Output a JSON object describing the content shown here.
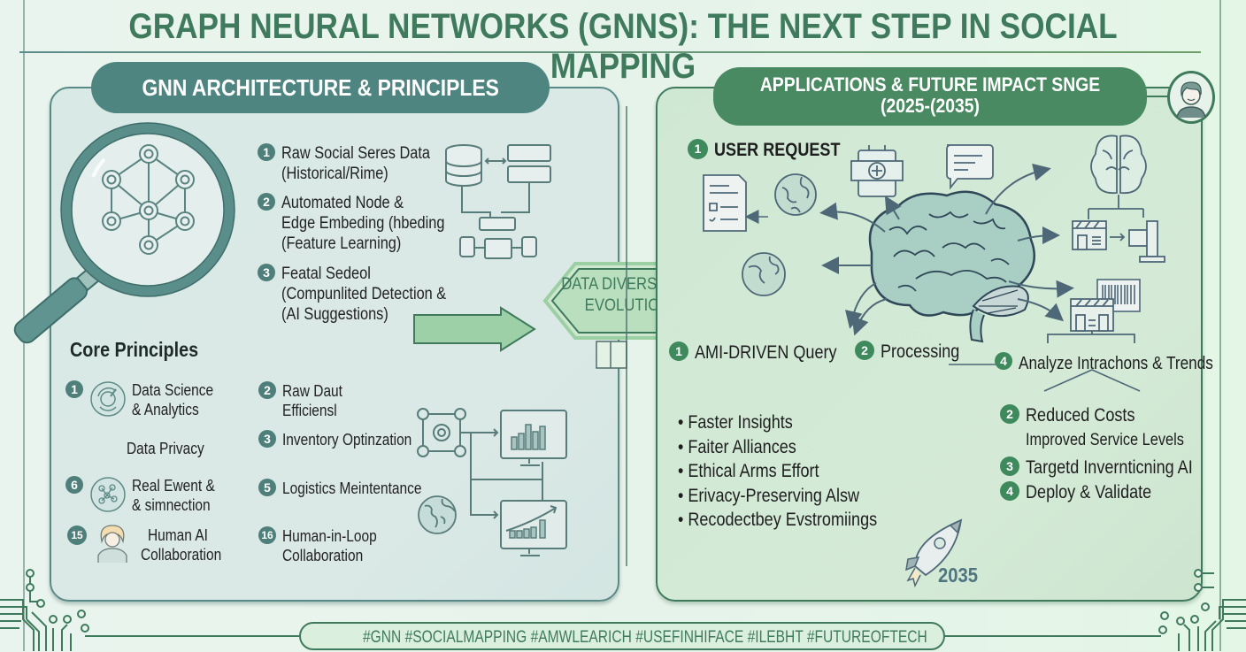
{
  "title": "GRAPH NEURAL NETWORKS (GNNS): THE NEXT STEP IN SOCIAL MAPPING",
  "left_panel": {
    "header": "GNN ARCHITECTURE & PRINCIPLES",
    "steps": [
      {
        "num": "1",
        "line1": "Raw Social Seres Data",
        "line2": "(Historical/Rime)"
      },
      {
        "num": "2",
        "line1": "Automated Node &",
        "line2": "Edge Embeding (hbeding",
        "line3": "(Feature Learning)"
      },
      {
        "num": "3",
        "line1": "Featal Sedeol",
        "line2": "(Compunlited Detection &",
        "line3": " (AI Suggestions)"
      }
    ],
    "core_principles": {
      "title": "Core Principles",
      "left_items": [
        {
          "num": "1",
          "line1": "Data Science",
          "line2": "& Analytics",
          "icon": "analytics-icon"
        },
        {
          "num": "",
          "line1": "Data Privacy"
        },
        {
          "num": "6",
          "line1": "Real Ewent &",
          "line2": "& simnection",
          "icon": "network-icon"
        },
        {
          "num": "15",
          "line1": "Human AI",
          "line2": "Collaboration",
          "icon": "person-icon"
        }
      ],
      "right_items": [
        {
          "num": "2",
          "line1": "Raw Daut",
          "line2": "Efficiensl"
        },
        {
          "num": "3",
          "line1": "Inventory Optinzation"
        },
        {
          "num": "5",
          "line1": "Logistics Meintentance"
        },
        {
          "num": "16",
          "line1": "Human-in-Loop",
          "line2": "Collaboration"
        }
      ]
    }
  },
  "center_badge": {
    "line1": "DATA DIVERSITY &",
    "line2": "EVOLUTION"
  },
  "right_panel": {
    "header_line1": "APPLICATIONS & FUTURE IMPACT SNGE",
    "header_line2": "(2025-(2035)",
    "user_request": {
      "num": "1",
      "label": "USER REQUEST"
    },
    "flow": [
      {
        "num": "1",
        "label": "AMI-DRIVEN Query"
      },
      {
        "num": "2",
        "label": "Processing"
      },
      {
        "num": "4",
        "label": "Analyze Intrachons & Trends"
      }
    ],
    "benefits": [
      "Faster Insights",
      "Faiter Alliances",
      "Ethical Arms Effort",
      "Erivacy-Preserving Alsw",
      "Recodectbey Evstromiings"
    ],
    "outcomes": [
      {
        "num": "2",
        "line1": "Reduced Costs",
        "line2": "Improved Service Levels"
      },
      {
        "num": "3",
        "line1": "Targetd Invernticning AI"
      },
      {
        "num": "4",
        "line1": "Deploy & Validate"
      }
    ],
    "rocket_year": "2035"
  },
  "hashtags": "#GNN  #SOCIALMAPPING #AMWLEARICH  #USEFINHIFACE  #ILEBHT #FUTUREOFTECH",
  "colors": {
    "primary_green": "#3f7a5c",
    "teal": "#4f8580",
    "left_panel_bg": "#d8e9e6",
    "right_panel_bg": "#cfe8d4",
    "icon_stroke": "#4e6e78"
  }
}
